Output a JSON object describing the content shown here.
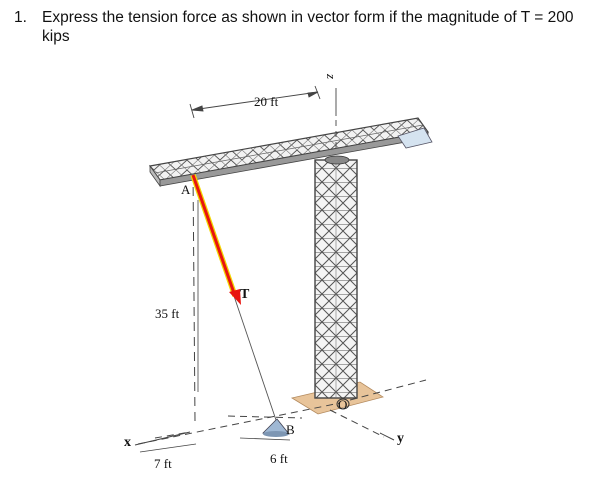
{
  "question": {
    "number": "1.",
    "text": "Express the tension force as shown in vector form if the magnitude of T = 200 kips"
  },
  "figure": {
    "labels": {
      "dim_top": "20 ft",
      "dim_height": "35 ft",
      "dim_x": "7 ft",
      "dim_y": "6 ft",
      "point_a": "A",
      "point_b": "B",
      "point_o": "O",
      "force": "T",
      "axis_x": "x",
      "axis_y": "y",
      "axis_z": "z"
    },
    "colors": {
      "tension_vector": "#e8150f",
      "tension_vector_highlight": "#f2d700",
      "crane": "#555555",
      "base_pad": "#e8c49a",
      "lines": "#444444"
    }
  }
}
